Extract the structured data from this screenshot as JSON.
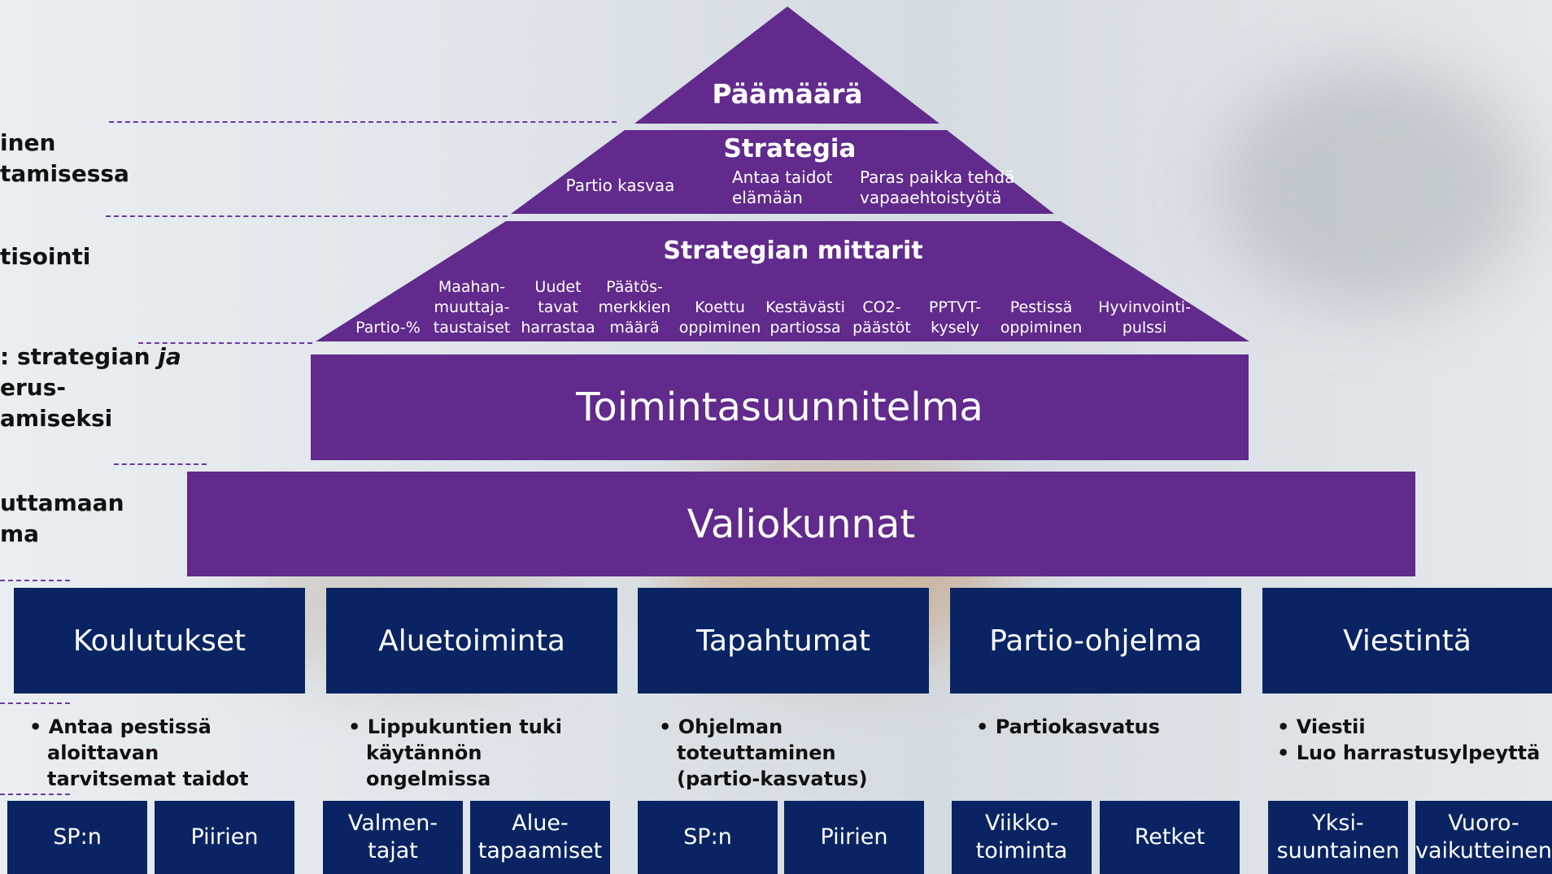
{
  "pyramid": {
    "top_label": "Päämäärä",
    "strategy": {
      "title": "Strategia",
      "items": [
        "Partio kasvaa",
        "Antaa taidot\nelämään",
        "Paras paikka tehdä\nvapaaehtoistyötä"
      ]
    },
    "metrics": {
      "title": "Strategian mittarit",
      "items": [
        "Partio-%",
        "Maahan-\nmuuttaja-\ntaustaiset",
        "Uudet\ntavat\nharrastaa",
        "Päätös-\nmerkkien\nmäärä",
        "Koettu\noppiminen",
        "Kestävästi\npartiossa",
        "CO2-\npäästöt",
        "PPTVT-\nkysely",
        "Pestissä\noppiminen",
        "Hyvinvointi-\npulssi"
      ]
    },
    "plan_label": "Toimintasuunnitelma",
    "committees_label": "Valiokunnat"
  },
  "left_labels": [
    "inen\ntamisessa",
    "tisointi",
    ": strategian ja\nerus-\namiseksi",
    "uttamaan\nma"
  ],
  "units": [
    {
      "label": "Koulutukset",
      "bullets": [
        "Antaa pestissä aloittavan tarvitsemat taidot"
      ],
      "subs": [
        "SP:n",
        "Piirien"
      ]
    },
    {
      "label": "Aluetoiminta",
      "bullets": [
        "Lippukuntien tuki käytännön ongelmissa"
      ],
      "subs": [
        "Valmen-\ntajat",
        "Alue-\ntapaamiset"
      ]
    },
    {
      "label": "Tapahtumat",
      "bullets": [
        "Ohjelman toteuttaminen (partio-kasvatus)"
      ],
      "subs": [
        "SP:n",
        "Piirien"
      ]
    },
    {
      "label": "Partio-ohjelma",
      "bullets": [
        "Partiokasvatus"
      ],
      "subs": [
        "Viikko-\ntoiminta",
        "Retket"
      ]
    },
    {
      "label": "Viestintä",
      "bullets": [
        "Viestii",
        "Luo harrastusylpeyttä"
      ],
      "subs": [
        "Yksi-\nsuuntainen",
        "Vuoro-\nvaikutteinen"
      ]
    }
  ],
  "colors": {
    "purple": "#612a8c",
    "navy": "#0a2463"
  }
}
